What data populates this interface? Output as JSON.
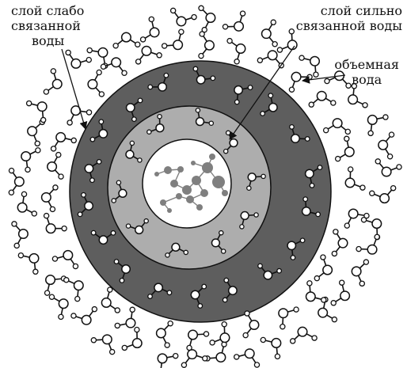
{
  "labels": {
    "weakly_bound": {
      "line1": "слой слабо",
      "line2": "связанной",
      "line3": "воды"
    },
    "strongly_bound": {
      "line1": "слой сильно",
      "line2": "связанной воды"
    },
    "bulk": {
      "line1": "объемная",
      "line2": "вода"
    }
  },
  "colors": {
    "outer_ring": "#5e5e5e",
    "middle_ring": "#adadad",
    "core": "#ffffff",
    "core_molecule": "#7f7f7f",
    "atom_fill": "#ffffff",
    "stroke": "#111111"
  }
}
